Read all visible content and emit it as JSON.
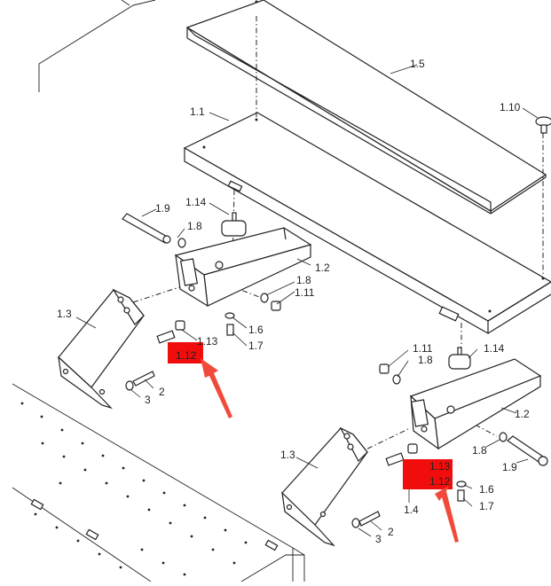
{
  "diagram": {
    "callouts": {
      "c1_1": "1.1",
      "c1_5": "1.5",
      "c1_10": "1.10",
      "c1_14a": "1.14",
      "c1_9a": "1.9",
      "c1_8a": "1.8",
      "c1_2a": "1.2",
      "c1_8b": "1.8",
      "c1_11a": "1.11",
      "c1_3a": "1.3",
      "c1_6a": "1.6",
      "c1_7a": "1.7",
      "c1_13a": "1.13",
      "c1_12a": "1.12",
      "c2a": "2",
      "c3a": "3",
      "c1_11b": "1.11",
      "c1_8c": "1.8",
      "c1_14b": "1.14",
      "c1_2b": "1.2",
      "c1_8d": "1.8",
      "c1_9b": "1.9",
      "c1_3b": "1.3",
      "c1_13b": "1.13",
      "c1_12b": "1.12",
      "c1_6b": "1.6",
      "c1_7b": "1.7",
      "c1_4": "1.4",
      "c2b": "2",
      "c3b": "3"
    },
    "colors": {
      "highlight": "#f20d0d",
      "arrow": "#f24a3a",
      "line": "#222222"
    }
  }
}
